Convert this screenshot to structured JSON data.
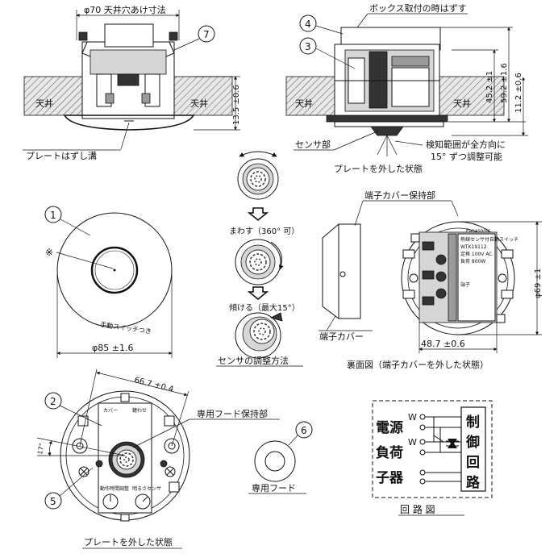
{
  "top_left": {
    "hole_dimension": "φ70 天井穴あけ寸法",
    "ceiling_left": "天井",
    "ceiling_right": "天井",
    "height_dim": "13.5 ±0.6",
    "groove_label": "プレートはずし溝"
  },
  "top_right": {
    "box_note": "ボックス取付の時はずす",
    "ceiling_left": "天井",
    "ceiling_right": "天井",
    "dim_452": "45.2 ±1",
    "dim_592": "59.2 ±1.6",
    "dim_112": "11.2 ±0.6",
    "sensor_part": "センサ部",
    "detection_note_1": "検知範囲が全方向に",
    "detection_note_2": "15° ずつ調整可能",
    "plate_removed": "プレートを外した状態"
  },
  "adjust": {
    "rotate": "まわす（360° 可）",
    "tilt": "傾ける（最大15°）",
    "caption": "センサの調整方法"
  },
  "front": {
    "mark": "※",
    "manual_switch": "手動スイッチつき",
    "diameter": "φ85 ±1.6"
  },
  "back": {
    "holder_label": "端子カバー保持部",
    "cover_label": "端子カバー",
    "dia": "φ69 ±1",
    "width": "48.7 ±0.6",
    "caption": "裏面図（端子カバーを外した状態）",
    "tiny_texts": [
      "熱線センサ付自動スイッチ",
      "WTK19112",
      "定格 100V AC",
      "負荷 800W",
      "端子",
      "Panasonic"
    ]
  },
  "bottom_left": {
    "dim_667": "66.7 ±0.4",
    "angle": "17°",
    "cover_tab": "カバー",
    "key_tab": "鍵わせ",
    "knob_left_1": "動作時間調整",
    "knob_right_1": "明るさセンサ",
    "caption": "プレートを外した状態",
    "hood_holder": "専用フード保持部"
  },
  "hood": {
    "label": "専用フード"
  },
  "circuit": {
    "label_w1": "W",
    "label_w2": "W",
    "rows": [
      "電源",
      "負荷",
      "子器"
    ],
    "control": [
      "制",
      "御",
      "回",
      "路"
    ],
    "caption": "回 路 図"
  },
  "callouts": [
    "1",
    "2",
    "3",
    "4",
    "5",
    "6",
    "7"
  ]
}
